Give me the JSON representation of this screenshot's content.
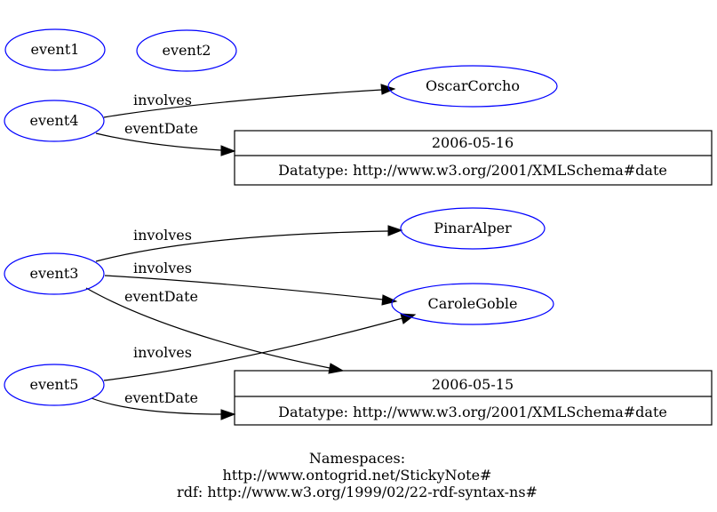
{
  "nodes": {
    "event1": "event1",
    "event2": "event2",
    "event3": "event3",
    "event4": "event4",
    "event5": "event5",
    "oscar": "OscarCorcho",
    "pinar": "PinarAlper",
    "carole": "CaroleGoble"
  },
  "literals": {
    "date1": {
      "value": "2006-05-16",
      "datatype": "Datatype: http://www.w3.org/2001/XMLSchema#date"
    },
    "date2": {
      "value": "2006-05-15",
      "datatype": "Datatype: http://www.w3.org/2001/XMLSchema#date"
    }
  },
  "edges": {
    "e4_involves": "involves",
    "e4_eventDate": "eventDate",
    "e3_involves_pinar": "involves",
    "e3_involves_carole": "involves",
    "e3_eventDate": "eventDate",
    "e5_involves": "involves",
    "e5_eventDate": "eventDate"
  },
  "namespaces": {
    "title": "Namespaces:",
    "line1": "http://www.ontogrid.net/StickyNote#",
    "line2": "rdf: http://www.w3.org/1999/02/22-rdf-syntax-ns#"
  },
  "colors": {
    "node_stroke": "#0000ff",
    "edge": "#000000",
    "background": "#ffffff"
  }
}
